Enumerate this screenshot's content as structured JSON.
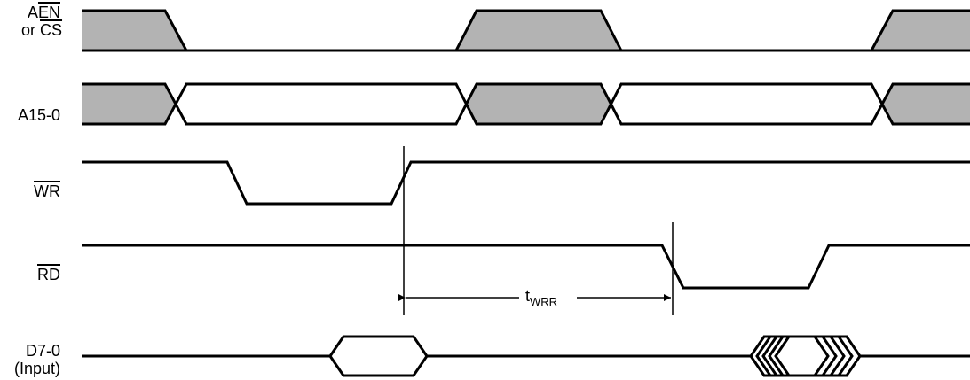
{
  "signals": {
    "aen": {
      "prefix": "A",
      "bar": "EN",
      "line2_prefix": "or ",
      "line2_bar": "CS"
    },
    "addr": {
      "label": "A15-0"
    },
    "wr": {
      "bar": "WR"
    },
    "rd": {
      "bar": "RD"
    },
    "data": {
      "line1": "D7-0",
      "line2": "(Input)"
    }
  },
  "timing": {
    "param_main": "t",
    "param_sub": "WRR"
  },
  "colors": {
    "line": "#000000",
    "shade": "#b3b3b3"
  }
}
